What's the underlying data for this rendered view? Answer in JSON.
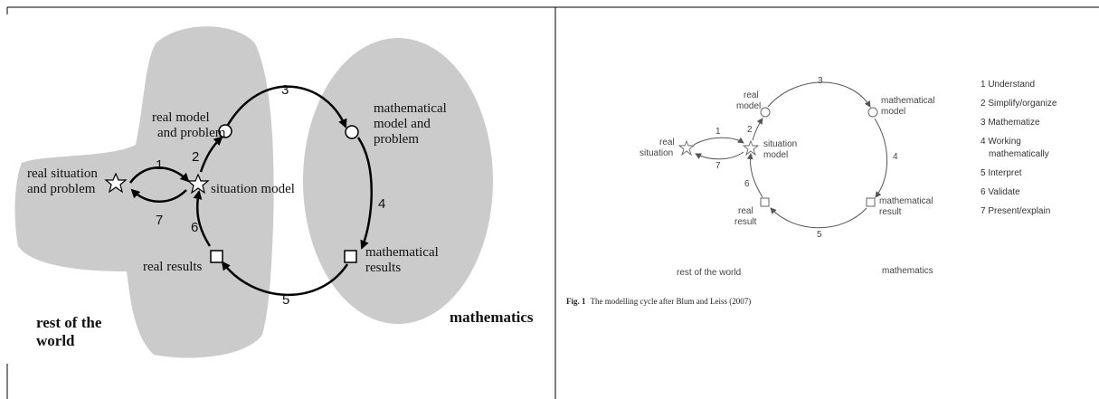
{
  "left": {
    "labels": {
      "real_situation_1": "real situation",
      "real_situation_2": "and problem",
      "real_model_1": "real model",
      "real_model_2": "and problem",
      "situation_model": "situation model",
      "math_model_1": "mathematical",
      "math_model_2": "model and",
      "math_model_3": "problem",
      "math_results_1": "mathematical",
      "math_results_2": "results",
      "real_results": "real results",
      "rest_1": "rest of the",
      "rest_2": "world",
      "mathematics": "mathematics"
    },
    "steps": [
      "1",
      "2",
      "3",
      "4",
      "5",
      "6",
      "7"
    ]
  },
  "right": {
    "labels": {
      "real_model_1": "real",
      "real_model_2": "model",
      "real_situation_1": "real",
      "real_situation_2": "situation",
      "situation_model_1": "situation",
      "situation_model_2": "model",
      "math_model_1": "mathematical",
      "math_model_2": "model",
      "math_result_1": "mathematical",
      "math_result_2": "result",
      "real_result_1": "real",
      "real_result_2": "result",
      "rest": "rest of the world",
      "mathematics": "mathematics"
    },
    "steps": [
      "1",
      "2",
      "3",
      "4",
      "5",
      "6",
      "7"
    ],
    "legend": [
      "1 Understand",
      "2 Simplify/organize",
      "3 Mathematize",
      "4 Working",
      "mathematically",
      "5 Interpret",
      "6 Validate",
      "7 Present/explain"
    ],
    "caption_lead": "Fig. 1",
    "caption_text": "The modelling cycle after Blum and Leiss (2007)"
  }
}
